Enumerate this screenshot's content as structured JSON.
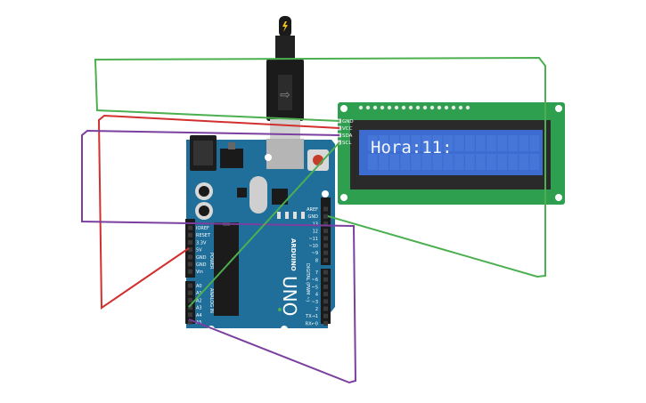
{
  "lcd": {
    "text": "Hora:11:",
    "pin_labels": [
      "GND",
      "VCC",
      "SDA",
      "SCL"
    ]
  },
  "arduino": {
    "brand": "ARDUINO",
    "model": "UNO",
    "header_top_labels": [
      "AREF",
      "GND",
      "13",
      "12",
      "~11",
      "~10",
      "~9",
      "8"
    ],
    "header_bottom_labels": [
      "7",
      "~6",
      "~5",
      "4",
      "~3",
      "2",
      "TX→1",
      "RX←0"
    ],
    "digital_title": "DIGITAL (PWM ~)",
    "power_labels": [
      "IOREF",
      "RESET",
      "3.3V",
      "5V",
      "GND",
      "GND",
      "Vin"
    ],
    "power_title": "POWER",
    "analog_labels": [
      "A0",
      "A1",
      "A2",
      "A3",
      "A4",
      "A5"
    ],
    "analog_title": "ANALOG IN"
  },
  "wires": {
    "gnd_color": "#4caf50",
    "vcc_color": "#d32f2f",
    "sda_color": "#7b3fa0",
    "scl_color": "#4caf50"
  },
  "colors": {
    "board": "#1f6f9a",
    "lcd_pcb": "#2e9e4f",
    "lcd_screen": "#3c6cd0"
  }
}
